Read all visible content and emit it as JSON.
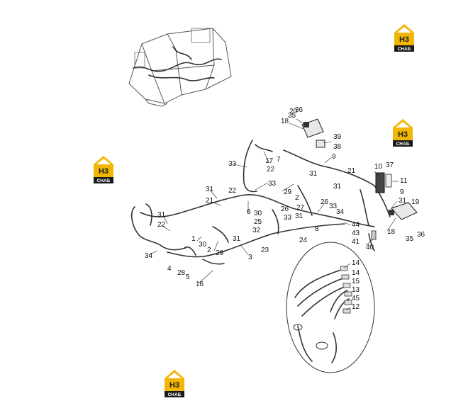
{
  "logo": {
    "mark": "H3",
    "caption": "СНАБ",
    "brand_color": "#f2b705"
  },
  "callouts": [
    {
      "id": "c20",
      "text": "20"
    },
    {
      "id": "c36a",
      "text": "36"
    },
    {
      "id": "c35a",
      "text": "35"
    },
    {
      "id": "c18a",
      "text": "18"
    },
    {
      "id": "c39",
      "text": "39"
    },
    {
      "id": "c38",
      "text": "38"
    },
    {
      "id": "c9a",
      "text": "9"
    },
    {
      "id": "c31a",
      "text": "31"
    },
    {
      "id": "c21a",
      "text": "21"
    },
    {
      "id": "c31b",
      "text": "31"
    },
    {
      "id": "c10",
      "text": "10"
    },
    {
      "id": "c37",
      "text": "37"
    },
    {
      "id": "c11",
      "text": "11"
    },
    {
      "id": "c9b",
      "text": "9"
    },
    {
      "id": "c31c",
      "text": "31"
    },
    {
      "id": "c19",
      "text": "19"
    },
    {
      "id": "c18b",
      "text": "18"
    },
    {
      "id": "c35b",
      "text": "35"
    },
    {
      "id": "c36b",
      "text": "36"
    },
    {
      "id": "c33a",
      "text": "33"
    },
    {
      "id": "c17",
      "text": "17"
    },
    {
      "id": "c7",
      "text": "7"
    },
    {
      "id": "c22a",
      "text": "22"
    },
    {
      "id": "c33b",
      "text": "33"
    },
    {
      "id": "c22b",
      "text": "22"
    },
    {
      "id": "c31d",
      "text": "31"
    },
    {
      "id": "c21b",
      "text": "21"
    },
    {
      "id": "c6",
      "text": "6"
    },
    {
      "id": "c30a",
      "text": "30"
    },
    {
      "id": "c26a",
      "text": "26"
    },
    {
      "id": "c33c",
      "text": "33"
    },
    {
      "id": "c25",
      "text": "25"
    },
    {
      "id": "c29a",
      "text": "29"
    },
    {
      "id": "c2a",
      "text": "2"
    },
    {
      "id": "c27",
      "text": "27"
    },
    {
      "id": "c26b",
      "text": "26"
    },
    {
      "id": "c33d",
      "text": "33"
    },
    {
      "id": "c34a",
      "text": "34"
    },
    {
      "id": "c31e",
      "text": "31"
    },
    {
      "id": "c8",
      "text": "8"
    },
    {
      "id": "c44",
      "text": "44"
    },
    {
      "id": "c43",
      "text": "43"
    },
    {
      "id": "c41",
      "text": "41"
    },
    {
      "id": "c40",
      "text": "40"
    },
    {
      "id": "c31f",
      "text": "31"
    },
    {
      "id": "c22c",
      "text": "22"
    },
    {
      "id": "c1",
      "text": "1"
    },
    {
      "id": "c30b",
      "text": "30"
    },
    {
      "id": "c2b",
      "text": "2"
    },
    {
      "id": "c29b",
      "text": "29"
    },
    {
      "id": "c31g",
      "text": "31"
    },
    {
      "id": "c32",
      "text": "32"
    },
    {
      "id": "c24",
      "text": "24"
    },
    {
      "id": "c23",
      "text": "23"
    },
    {
      "id": "c3",
      "text": "3"
    },
    {
      "id": "c34b",
      "text": "34"
    },
    {
      "id": "c4",
      "text": "4"
    },
    {
      "id": "c28",
      "text": "28"
    },
    {
      "id": "c5",
      "text": "5"
    },
    {
      "id": "c16",
      "text": "16"
    },
    {
      "id": "c14a",
      "text": "14"
    },
    {
      "id": "c14b",
      "text": "14"
    },
    {
      "id": "c15",
      "text": "15"
    },
    {
      "id": "c13",
      "text": "13"
    },
    {
      "id": "c45",
      "text": "45"
    },
    {
      "id": "c12",
      "text": "12"
    }
  ]
}
